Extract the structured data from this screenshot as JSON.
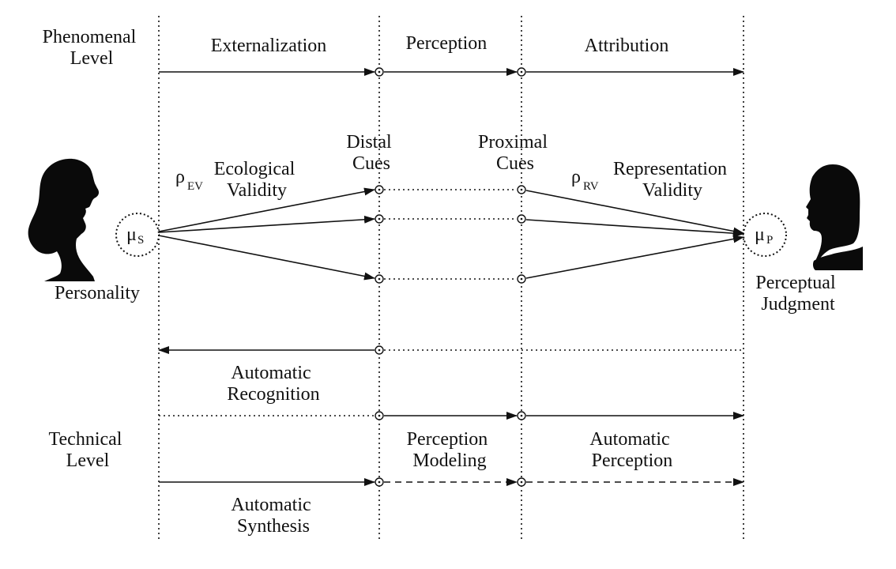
{
  "levels": {
    "phenomenal": [
      "Phenomenal",
      "Level"
    ],
    "technical": [
      "Technical",
      "Level"
    ]
  },
  "stages": {
    "externalization": "Externalization",
    "perception": "Perception",
    "attribution": "Attribution"
  },
  "cues": {
    "distal": [
      "Distal",
      "Cues"
    ],
    "proximal": [
      "Proximal",
      "Cues"
    ]
  },
  "validity": {
    "ecological": {
      "symbol": "ρ",
      "subscript": "EV",
      "label": [
        "Ecological",
        "Validity"
      ]
    },
    "representation": {
      "symbol": "ρ",
      "subscript": "RV",
      "label": [
        "Representation",
        "Validity"
      ]
    }
  },
  "nodes": {
    "speaker": {
      "symbol": "μ",
      "subscript": "S"
    },
    "perceiver": {
      "symbol": "μ",
      "subscript": "P"
    }
  },
  "persons": {
    "left": {
      "label": "Personality",
      "icon": "female-head-silhouette-icon"
    },
    "right": {
      "label": [
        "Perceptual",
        "Judgment"
      ],
      "icon": "male-head-silhouette-icon"
    }
  },
  "technical_tasks": {
    "recognition": [
      "Automatic",
      "Recognition"
    ],
    "perception_modeling": [
      "Perception",
      "Modeling"
    ],
    "automatic_perception": [
      "Automatic",
      "Perception"
    ],
    "synthesis": [
      "Automatic",
      "Synthesis"
    ]
  }
}
